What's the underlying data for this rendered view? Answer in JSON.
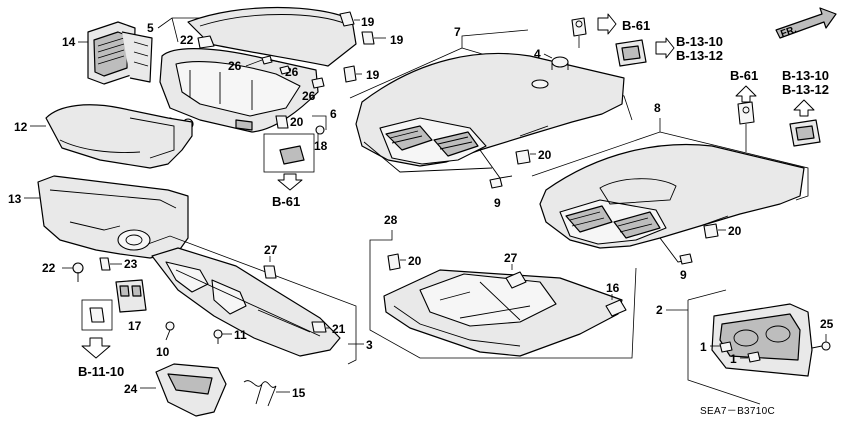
{
  "callouts": [
    {
      "id": "c14",
      "text": "14"
    },
    {
      "id": "c5",
      "text": "5"
    },
    {
      "id": "c19a",
      "text": "19"
    },
    {
      "id": "c19b",
      "text": "19"
    },
    {
      "id": "c19c",
      "text": "19"
    },
    {
      "id": "c22a",
      "text": "22"
    },
    {
      "id": "c26a",
      "text": "26"
    },
    {
      "id": "c26b",
      "text": "26"
    },
    {
      "id": "c26c",
      "text": "26"
    },
    {
      "id": "c26d",
      "text": "26"
    },
    {
      "id": "c6",
      "text": "6"
    },
    {
      "id": "c20a",
      "text": "20"
    },
    {
      "id": "c18",
      "text": "18"
    },
    {
      "id": "c12",
      "text": "12"
    },
    {
      "id": "c13",
      "text": "13"
    },
    {
      "id": "c7",
      "text": "7"
    },
    {
      "id": "c4",
      "text": "4"
    },
    {
      "id": "c20b",
      "text": "20"
    },
    {
      "id": "c9a",
      "text": "9"
    },
    {
      "id": "c8",
      "text": "8"
    },
    {
      "id": "c20c",
      "text": "20"
    },
    {
      "id": "c9b",
      "text": "9"
    },
    {
      "id": "c28",
      "text": "28"
    },
    {
      "id": "c20d",
      "text": "20"
    },
    {
      "id": "c27a",
      "text": "27"
    },
    {
      "id": "c27b",
      "text": "27"
    },
    {
      "id": "c22b",
      "text": "22"
    },
    {
      "id": "c23",
      "text": "23"
    },
    {
      "id": "c17",
      "text": "17"
    },
    {
      "id": "c11",
      "text": "11"
    },
    {
      "id": "c3",
      "text": "3"
    },
    {
      "id": "c21",
      "text": "21"
    },
    {
      "id": "c10",
      "text": "10"
    },
    {
      "id": "c24",
      "text": "24"
    },
    {
      "id": "c15",
      "text": "15"
    },
    {
      "id": "c16",
      "text": "16"
    },
    {
      "id": "c2",
      "text": "2"
    },
    {
      "id": "c25",
      "text": "25"
    },
    {
      "id": "c1a",
      "text": "1"
    },
    {
      "id": "c1b",
      "text": "1"
    }
  ],
  "references": {
    "b61_top": "B-61",
    "b1310_top": "B-13-10",
    "b1312_top": "B-13-12",
    "b61_mid": "B-61",
    "b1310_mid": "B-13-10",
    "b1312_mid": "B-13-12",
    "b61_left": "B-61",
    "b1110": "B-11-10"
  },
  "direction_label": "FR.",
  "diagram_code": "SEA7－B3710C"
}
